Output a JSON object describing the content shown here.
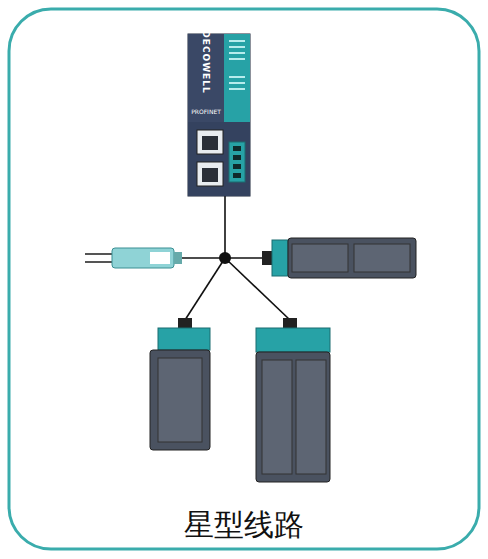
{
  "diagram": {
    "caption": "星型线路",
    "labels": [
      "DECOWELL",
      "PROFINET"
    ]
  }
}
